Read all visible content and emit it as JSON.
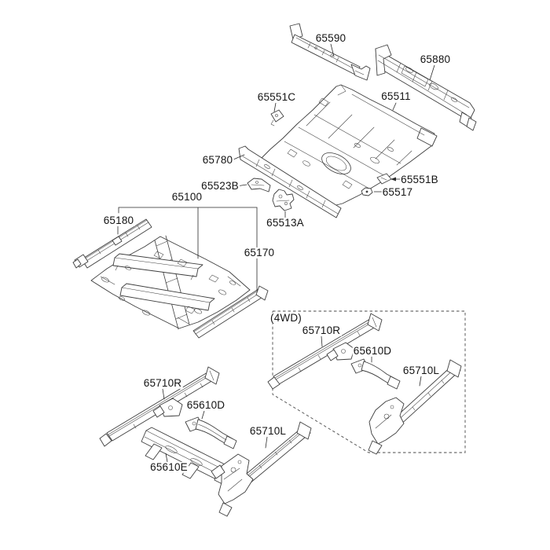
{
  "diagram": {
    "type": "exploded-parts-diagram",
    "subject": "floor panel assembly",
    "background": "#ffffff",
    "line_color": "#3e3e3e",
    "label_color": "#141414",
    "drivetrain_note": "(4WD)"
  },
  "labels": [
    {
      "id": "65590",
      "text": "65590"
    },
    {
      "id": "65880",
      "text": "65880"
    },
    {
      "id": "65551C",
      "text": "65551C"
    },
    {
      "id": "65511",
      "text": "65511"
    },
    {
      "id": "65780",
      "text": "65780"
    },
    {
      "id": "65523B",
      "text": "65523B"
    },
    {
      "id": "65551B",
      "text": "65551B"
    },
    {
      "id": "65517",
      "text": "65517"
    },
    {
      "id": "65513A",
      "text": "65513A"
    },
    {
      "id": "65100",
      "text": "65100"
    },
    {
      "id": "65180",
      "text": "65180"
    },
    {
      "id": "65170",
      "text": "65170"
    },
    {
      "id": "65710R-2wd",
      "text": "65710R"
    },
    {
      "id": "65610D-2wd",
      "text": "65610D"
    },
    {
      "id": "65710L-2wd",
      "text": "65710L"
    },
    {
      "id": "65610E",
      "text": "65610E"
    },
    {
      "id": "4wd-note",
      "text": "(4WD)"
    },
    {
      "id": "65710R-4wd",
      "text": "65710R"
    },
    {
      "id": "65610D-4wd",
      "text": "65610D"
    },
    {
      "id": "65710L-4wd",
      "text": "65710L"
    }
  ]
}
